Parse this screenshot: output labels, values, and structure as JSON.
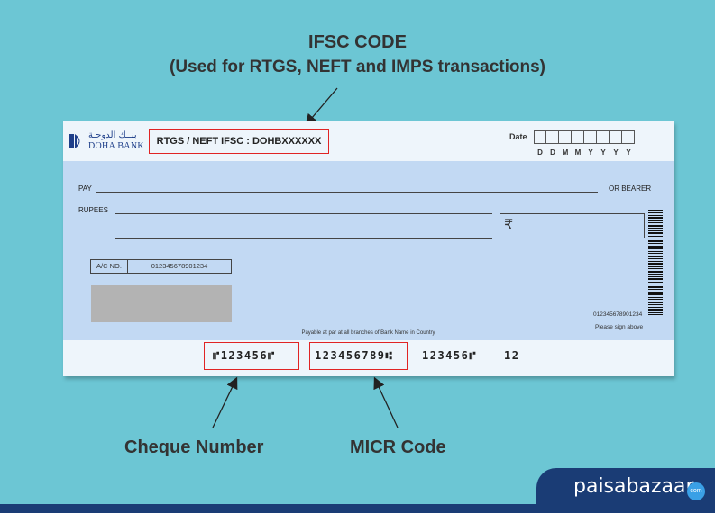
{
  "header": {
    "title": "IFSC CODE",
    "subtitle": "(Used for RTGS, NEFT and IMPS transactions)"
  },
  "cheque": {
    "bank_name_ar": "بنــك الدوحـة",
    "bank_name_en": "DOHA BANK",
    "ifsc_text": "RTGS / NEFT IFSC : DOHBXXXXXX",
    "date_label": "Date",
    "date_format": [
      "D",
      "D",
      "M",
      "M",
      "Y",
      "Y",
      "Y",
      "Y"
    ],
    "pay_label": "PAY",
    "or_bearer": "OR BEARER",
    "rupees_label": "RUPEES",
    "rupee_symbol": "₹",
    "ac_label": "A/C NO.",
    "ac_number": "012345678901234",
    "barcode_number": "012345678901234",
    "sign_text": "Please sign above",
    "payable_text": "Payable at par at all branches of Bank Name in Country",
    "micr": {
      "cheque_number": "⑈123456⑈",
      "micr_code": "123456789⑆",
      "account_code": "123456⑈",
      "transaction_code": "12"
    }
  },
  "callouts": {
    "cheque_number_label": "Cheque Number",
    "micr_code_label": "MICR Code"
  },
  "brand": {
    "name": "paisabazaar",
    "badge": "com"
  },
  "colors": {
    "background": "#6cc6d4",
    "highlight": "#e02424",
    "brand": "#1a3c75"
  }
}
